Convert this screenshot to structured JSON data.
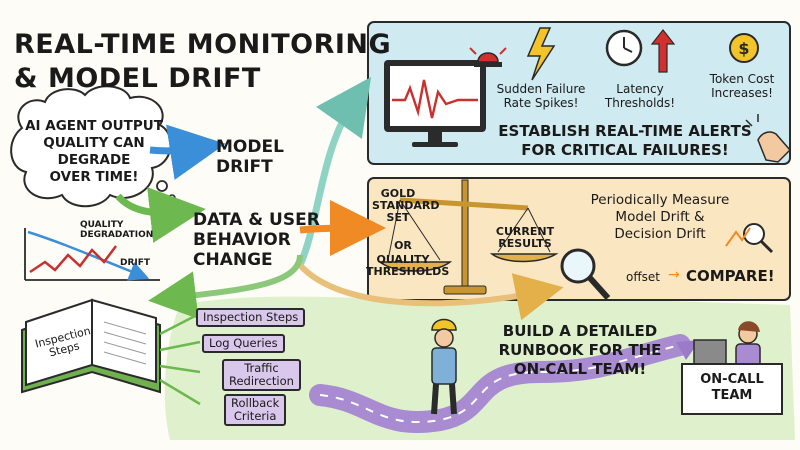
{
  "title": {
    "line1": "REAL-TIME MONITORING",
    "line2": "& MODEL DRIFT"
  },
  "cloud_text": [
    "AI AGENT OUTPUT",
    "QUALITY CAN",
    "DEGRADE",
    "OVER TIME!"
  ],
  "model_drift": [
    "MODEL",
    "DRIFT"
  ],
  "data_change": [
    "DATA & USER",
    "BEHAVIOR",
    "CHANGE"
  ],
  "mini_chart": {
    "degradation_label": [
      "QUALITY",
      "DEGRADATION"
    ],
    "drift_label": "DRIFT"
  },
  "alerts_panel": {
    "triggers": [
      {
        "icon": "lightning-icon",
        "label": [
          "Sudden Failure",
          "Rate Spikes!"
        ]
      },
      {
        "icon": "clock-icon",
        "label": [
          "Latency",
          "Thresholds!"
        ]
      },
      {
        "icon": "coin-icon",
        "label": [
          "Token Cost",
          "Increases!"
        ]
      }
    ],
    "headline": [
      "ESTABLISH REAL-TIME ALERTS",
      "FOR CRITICAL FAILURES!"
    ]
  },
  "drift_panel": {
    "left_pan": [
      "GOLD",
      "STANDARD",
      "SET"
    ],
    "or": "OR",
    "thresholds": [
      "QUALITY",
      "THRESHOLDS"
    ],
    "right_pan": [
      "CURRENT",
      "RESULTS"
    ],
    "measure": [
      "Periodically Measure",
      "Model Drift &",
      "Decision Drift"
    ],
    "offset": "offset",
    "compare": "COMPARE!"
  },
  "runbook": {
    "book_label": [
      "Inspection",
      "Steps"
    ],
    "items": [
      {
        "label": [
          "Inspection Steps"
        ]
      },
      {
        "label": [
          "Log Queries"
        ]
      },
      {
        "label": [
          "Traffic",
          "Redirection"
        ]
      },
      {
        "label": [
          "Rollback",
          "Criteria"
        ]
      }
    ],
    "headline": [
      "BUILD A DETAILED",
      "RUNBOOK FOR THE",
      "ON-CALL TEAM!"
    ],
    "team_label": [
      "ON-CALL",
      "TEAM"
    ]
  },
  "colors": {
    "alerts_bg": "#cfeaf0",
    "drift_bg": "#fbe6c2",
    "runbook_bg": "#dcefc6",
    "road": "#a88bd0",
    "accent_red": "#d42f2f",
    "accent_orange": "#f08a24",
    "accent_blue": "#3a8fd8",
    "accent_green": "#5fb34a"
  }
}
